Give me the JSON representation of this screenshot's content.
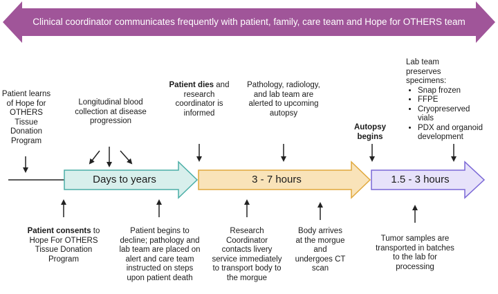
{
  "banner": {
    "text": "Clinical coordinator communicates frequently with patient, family, care team and Hope for OTHERS team",
    "color": "#a05599"
  },
  "phases": [
    {
      "label": "Days to years",
      "fill": "#d8efec",
      "stroke": "#4aaea6"
    },
    {
      "label": "3 - 7 hours",
      "fill": "#f9e3b9",
      "stroke": "#e0a83c"
    },
    {
      "label": "1.5 - 3 hours",
      "fill": "#e7e2fa",
      "stroke": "#7a67d6"
    }
  ],
  "events_top": {
    "learn": "Patient learns of Hope for OTHERS Tissue Donation Program",
    "blood": "Longitudinal blood collection at disease progression",
    "dies_bold": "Patient dies",
    "dies_rest": " and research coordinator is informed",
    "alerted": "Pathology, radiology, and lab team are alerted to upcoming autopsy",
    "autopsy": "Autopsy begins",
    "lab_title": "Lab team preserves specimens:",
    "lab_items": [
      "Snap frozen",
      "FFPE",
      "Cryopreserved vials",
      "PDX and organoid development"
    ]
  },
  "events_bottom": {
    "consent_bold": "Patient consents",
    "consent_rest": " to Hope For OTHERS Tissue Donation Program",
    "decline": "Patient begins to decline; pathology and lab team are placed on alert and care team instructed on steps upon patient death",
    "coordinator": "Research Coordinator contacts livery service immediately to transport body to the morgue",
    "body": "Body arrives at the morgue and undergoes CT scan",
    "tumor": "Tumor samples are transported in batches to the lab for processing"
  }
}
